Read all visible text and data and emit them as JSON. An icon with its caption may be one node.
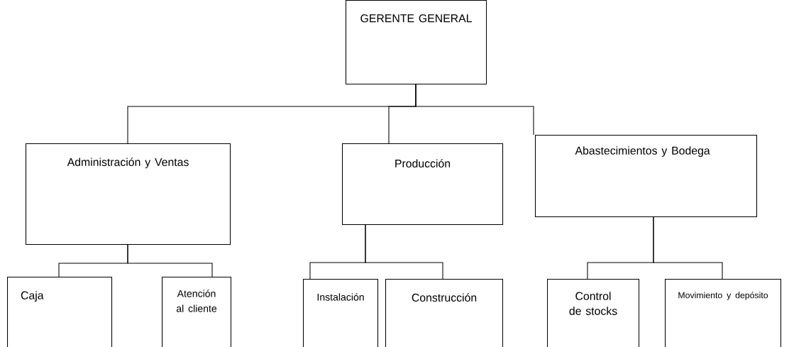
{
  "diagram": {
    "nodes": [
      {
        "text": [
          "GERENTE GENERAL"
        ]
      },
      {
        "text": [
          "Administración y Ventas"
        ]
      },
      {
        "text": [
          "Producción"
        ]
      },
      {
        "text": [
          "Abastecimientos y Bodega"
        ]
      },
      {
        "text": [
          "Caja"
        ]
      },
      {
        "text": [
          "Atención al cliente"
        ]
      },
      {
        "text": [
          "Instalación"
        ]
      },
      {
        "text": [
          "Construcción"
        ]
      },
      {
        "text": [
          "Control de stocks"
        ]
      },
      {
        "text": [
          "Movimiento y depósito"
        ]
      }
    ],
    "edges": [
      {
        "from": 0,
        "to": 1,
        "arrow": "none"
      },
      {
        "from": 0,
        "to": 2,
        "arrow": "none"
      },
      {
        "from": 0,
        "to": 3,
        "arrow": "none"
      },
      {
        "from": 1,
        "to": 4,
        "arrow": "none"
      },
      {
        "from": 1,
        "to": 5,
        "arrow": "none"
      },
      {
        "from": 2,
        "to": 6,
        "arrow": "none"
      },
      {
        "from": 2,
        "to": 7,
        "arrow": "none"
      },
      {
        "from": 3,
        "to": 8,
        "arrow": "none"
      },
      {
        "from": 3,
        "to": 9,
        "arrow": "none"
      }
    ]
  }
}
